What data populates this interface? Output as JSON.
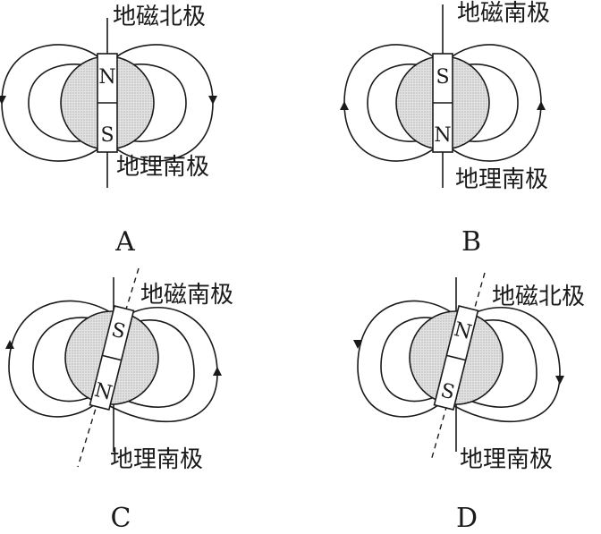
{
  "panels": [
    {
      "id": "A",
      "caption": "A",
      "top_label": "地磁北极",
      "bottom_label": "地理南极",
      "magnet_top_pole": "N",
      "magnet_bottom_pole": "S",
      "magnet_tilted": false,
      "field_arrow_direction": "down"
    },
    {
      "id": "B",
      "caption": "B",
      "top_label": "地磁南极",
      "bottom_label": "地理南极",
      "magnet_top_pole": "S",
      "magnet_bottom_pole": "N",
      "magnet_tilted": false,
      "field_arrow_direction": "up"
    },
    {
      "id": "C",
      "caption": "C",
      "top_label": "地磁南极",
      "bottom_label": "地理南极",
      "magnet_top_pole": "S",
      "magnet_bottom_pole": "N",
      "magnet_tilted": true,
      "field_arrow_direction": "up"
    },
    {
      "id": "D",
      "caption": "D",
      "top_label": "地磁北极",
      "bottom_label": "地理南极",
      "magnet_top_pole": "N",
      "magnet_bottom_pole": "S",
      "magnet_tilted": true,
      "field_arrow_direction": "down"
    }
  ],
  "colors": {
    "ink": "#1a1a1a",
    "globe_fill": "#dcdcdc",
    "magnet_fill": "#ffffff"
  }
}
